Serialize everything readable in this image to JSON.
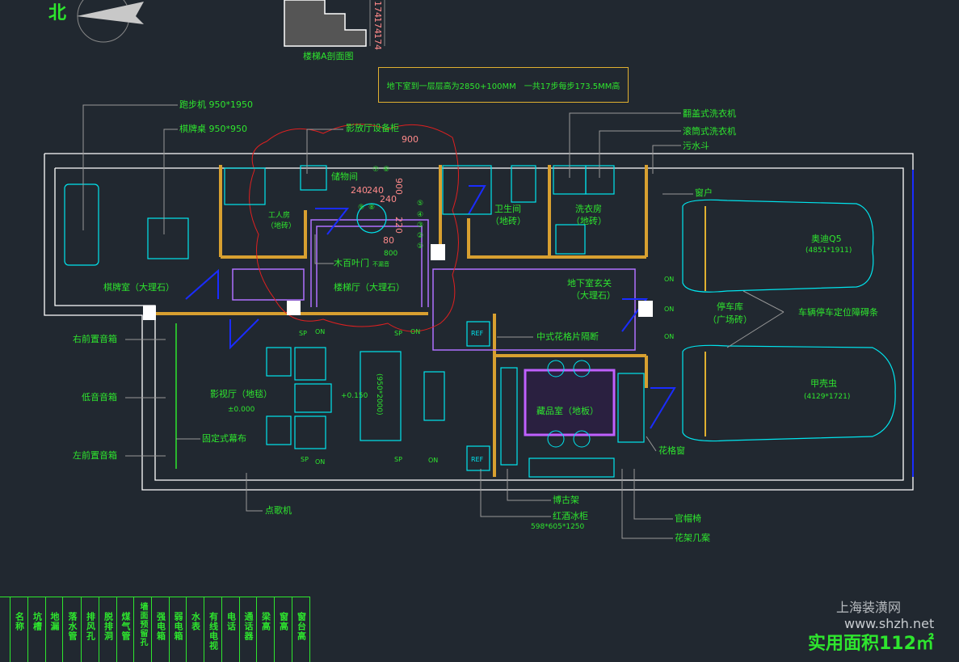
{
  "north": "北",
  "stair_section": {
    "title": "楼梯A剖面图",
    "dims": [
      "174",
      "174",
      "174"
    ]
  },
  "note": "地下室到一层层高为2850+100MM　一共17步每步173.5MM高",
  "labels": {
    "treadmill": "跑步机 950*1950",
    "card_table": "棋牌桌 950*950",
    "av_cabinet": "影放厅设备柜",
    "top_loader": "翻盖式洗衣机",
    "drum_washer": "滚筒式洗衣机",
    "mop_sink": "污水斗",
    "window": "窗户",
    "storage": "储物间",
    "maid_room": "工人房",
    "maid_room_floor": "（地砖）",
    "bathroom": "卫生间",
    "bathroom_floor": "（地砖）",
    "laundry": "洗衣房",
    "laundry_floor": "（地砖）",
    "louver_door": "木百叶门",
    "louver_note": "不漏音",
    "stair_hall": "楼梯厅（大理石）",
    "basement_foyer": "地下室玄关",
    "basement_foyer_floor": "（大理石）",
    "card_room": "棋牌室（大理石）",
    "garage": "停车库",
    "garage_floor": "（广场砖）",
    "parking_stop": "车辆停车定位障碍条",
    "lattice_partition": "中式花格片隔断",
    "right_speaker": "右前置音箱",
    "subwoofer": "低音音箱",
    "theater": "影视厅（地毯）",
    "collection_room": "藏品室（地板）",
    "screen": "固定式幕布",
    "left_speaker": "左前置音箱",
    "lattice_window": "花格窗",
    "karaoke": "点歌机",
    "curio_shelf": "博古架",
    "wine_fridge": "红酒冰柜",
    "wine_fridge_size": "598*605*1250",
    "official_chair": "官帽椅",
    "flower_table": "花架几案",
    "level_theater": "±0.000",
    "level_sofa": "+0.150",
    "sofa_dim": "(950*2000)",
    "on": "ON",
    "sp": "SP",
    "ref": "REF"
  },
  "cars": [
    {
      "name": "奥迪Q5",
      "size": "(4851*1911)"
    },
    {
      "name": "甲壳虫",
      "size": "(4129*1721)"
    }
  ],
  "dimensions": {
    "width_900": "900",
    "d240a": "240",
    "d240b": "240",
    "d240c": "240",
    "d900v": "900",
    "d220": "220",
    "d80": "80",
    "d600": "800"
  },
  "steps": [
    "①",
    "②",
    "③",
    "④",
    "⑤",
    "⑥",
    "⑦",
    "⑧",
    "⑨"
  ],
  "table_headers": [
    "名称",
    "坑槽",
    "地漏",
    "落水管",
    "排风孔",
    "脱排洞",
    "煤气管",
    "墙面预留孔",
    "强电箱",
    "弱电箱",
    "水表",
    "有线电视",
    "电话",
    "通话器",
    "梁高",
    "窗高",
    "窗台高"
  ],
  "watermark": {
    "site_cn": "上海装潢网",
    "site_url": "www.shzh.net"
  },
  "area": "实用面积112㎡",
  "colors": {
    "background": "#212830",
    "text": "#2ee62e",
    "wall": "#ffffff",
    "furniture": "#00e5ee",
    "partition": "#b070ff",
    "door": "#1a2cff",
    "dimension": "#ff8a8a",
    "revision_cloud": "#e02020",
    "note_border": "#e0b030"
  }
}
